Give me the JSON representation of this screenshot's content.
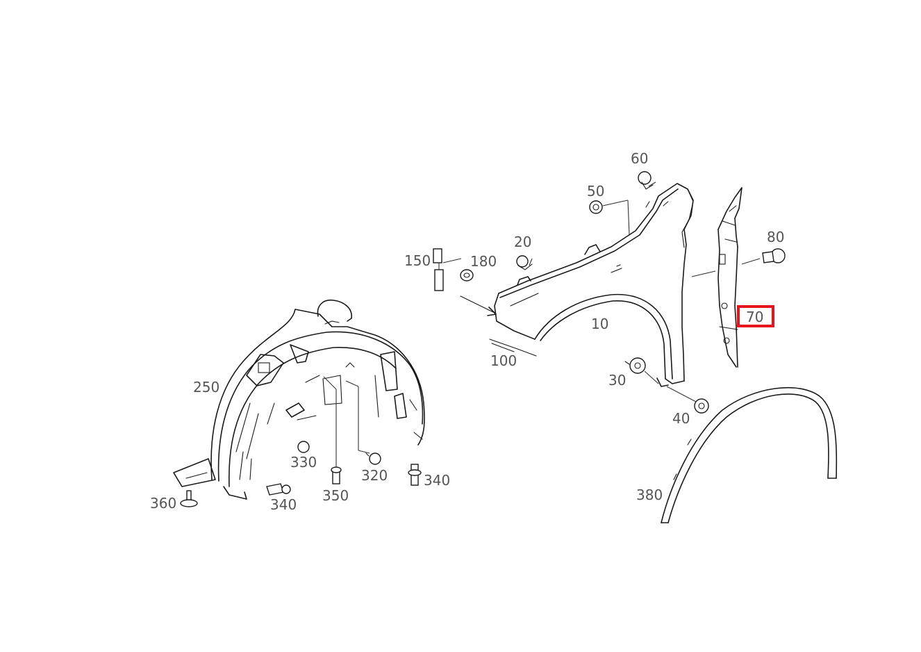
{
  "highlight_color": "#e8141b",
  "highlighted_callout": "70",
  "callouts": {
    "c10": "10",
    "c20": "20",
    "c30": "30",
    "c40": "40",
    "c50": "50",
    "c60": "60",
    "c70": "70",
    "c80": "80",
    "c100": "100",
    "c150": "150",
    "c180": "180",
    "c250": "250",
    "c320": "320",
    "c330": "330",
    "c340a": "340",
    "c340b": "340",
    "c350": "350",
    "c360": "360",
    "c380": "380"
  }
}
